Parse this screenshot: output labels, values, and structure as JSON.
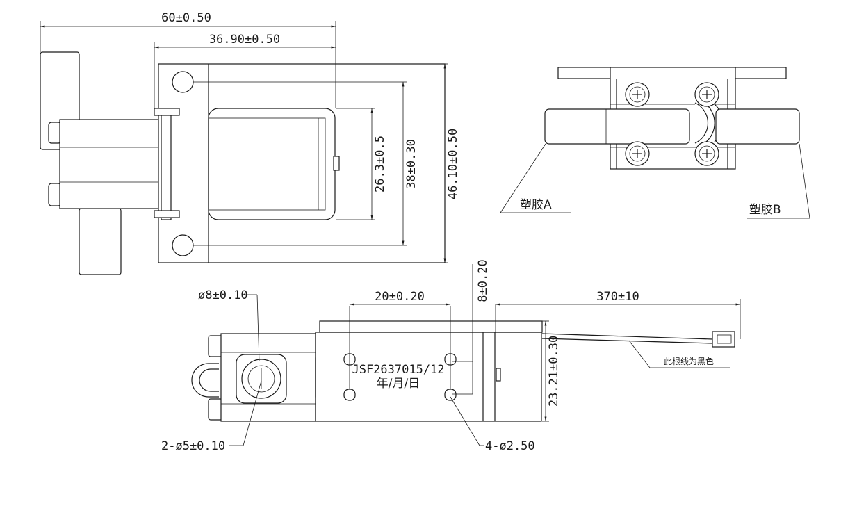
{
  "top_view": {
    "width_overall": "60±0.50",
    "width_body": "36.90±0.50",
    "height_coil": "26.3±0.5",
    "height_holes": "38±0.30",
    "height_overall": "46.10±0.50"
  },
  "side_view": {
    "label_a": "塑胶A",
    "label_b": "塑胶B"
  },
  "front_view": {
    "diameter_outer": "ø8±0.10",
    "hole_spacing": "20±0.20",
    "offset": "8±0.20",
    "wire_length": "370±10",
    "height": "23.21±0.30",
    "part_code": "JSF2637015/12",
    "date_code": "年/月/日",
    "wire_note": "此根线为黑色",
    "diameter_inner": "2-ø5±0.10",
    "mount_holes": "4-ø2.50"
  }
}
